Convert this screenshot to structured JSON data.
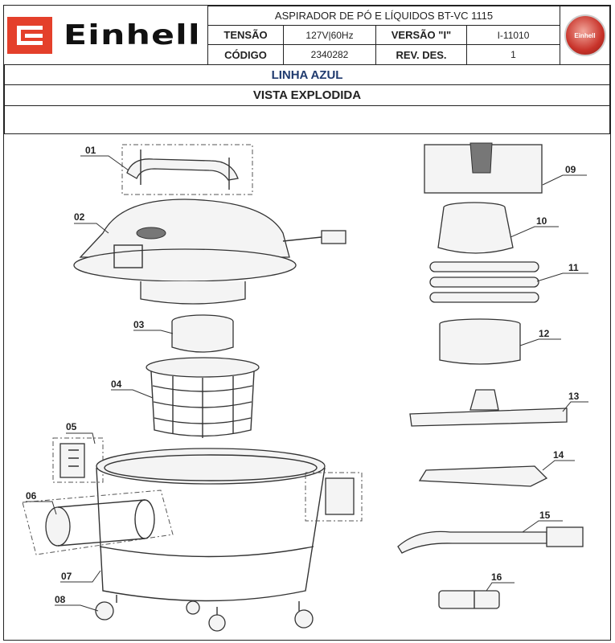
{
  "header": {
    "brand": "Einhell",
    "title": "ASPIRADOR DE PÓ E LÍQUIDOS BT-VC 1115",
    "tensao_label": "TENSÃO",
    "tensao_value": "127V|60Hz",
    "versao_label": "VERSÃO \"I\"",
    "versao_value": "I-11010",
    "codigo_label": "CÓDIGO",
    "codigo_value": "2340282",
    "rev_label": "REV. DES.",
    "rev_value": "1",
    "seal_text": "Einhell"
  },
  "line": {
    "label": "LINHA AZUL",
    "color": "#1f3a6e"
  },
  "view": {
    "label": "VISTA EXPLODIDA"
  },
  "parts": [
    "01",
    "02",
    "03",
    "04",
    "05",
    "06",
    "07",
    "08",
    "09",
    "10",
    "11",
    "12",
    "13",
    "14",
    "15",
    "16"
  ]
}
